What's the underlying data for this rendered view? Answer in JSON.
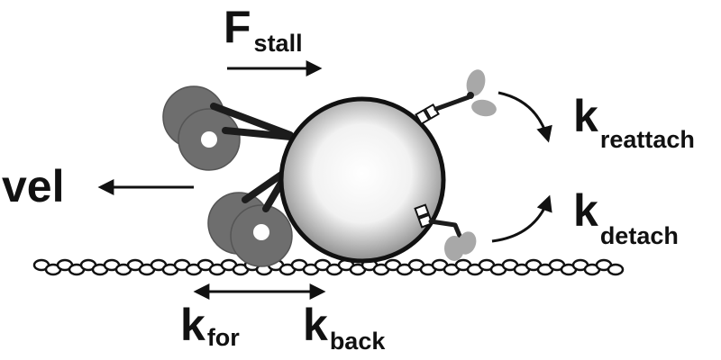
{
  "labels": {
    "force": "F",
    "force_sub": "stall",
    "velocity": "vel",
    "k_reattach": "k",
    "k_reattach_sub": "reattach",
    "k_detach": "k",
    "k_detach_sub": "detach",
    "k_for": "k",
    "k_for_sub": "for",
    "k_back": "k",
    "k_back_sub": "back"
  },
  "colors": {
    "ink": "#111111",
    "motor_gray": "#6e6e6e",
    "detached_motor_gray": "#a8a8a8",
    "cargo_center": "#ffffff",
    "cargo_edge": "#8a8a8a"
  }
}
